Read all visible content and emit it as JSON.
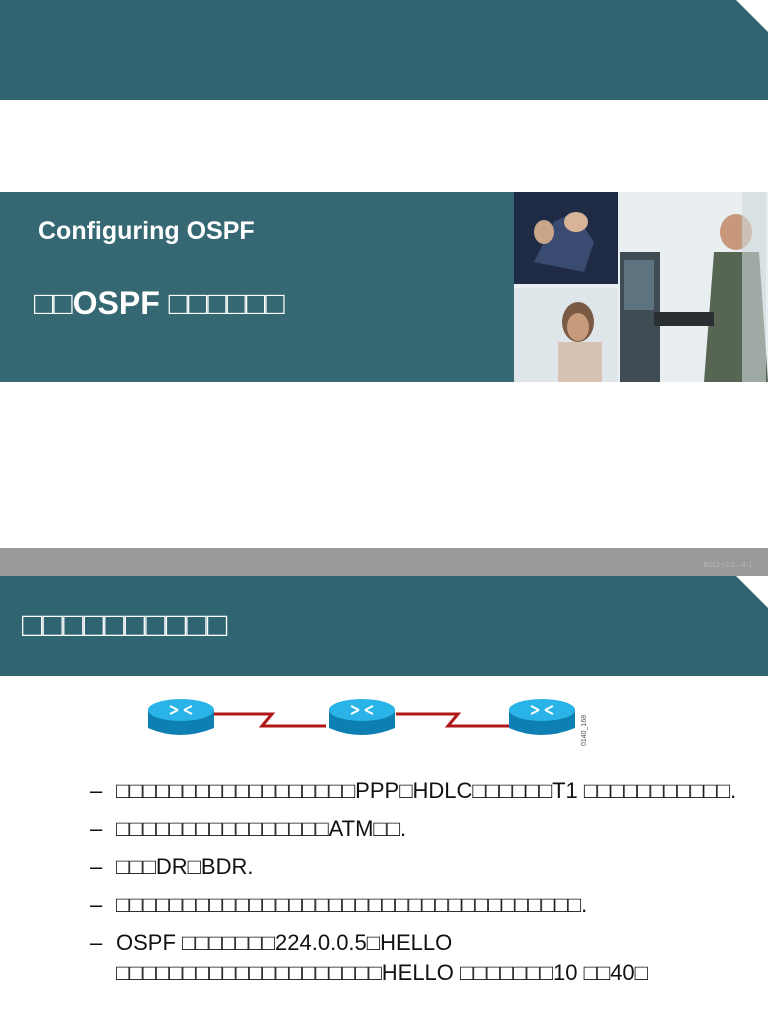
{
  "slide1": {
    "subtitle": "Configuring OSPF",
    "title": "□□OSPF □□□□□□"
  },
  "footer": "BSCI v2.2—4-1",
  "slide2": {
    "title": "□□□□□□□□□□",
    "diagram_label": "0140_168",
    "bullets": [
      {
        "dash": "–",
        "text": "□□□□□□□□□□□□□□□□□□PPP□HDLC□□□□□□T1 □□□□□□□□□□□."
      },
      {
        "dash": "–",
        "text": "□□□□□□□□□□□□□□□□ATM□□."
      },
      {
        "dash": "–",
        "text": "□□□DR□BDR."
      },
      {
        "dash": "–",
        "text": "□□□□□□□□□□□□□□□□□□□□□□□□□□□□□□□□□□□."
      },
      {
        "dash": "–",
        "text": "OSPF □□□□□□□224.0.0.5□HELLO □□□□□□□□□□□□□□□□□□□□HELLO □□□□□□□10 □□40□"
      }
    ]
  },
  "colors": {
    "teal": "#2e6570",
    "link": "#b01818",
    "router": "#1aa0d8"
  }
}
